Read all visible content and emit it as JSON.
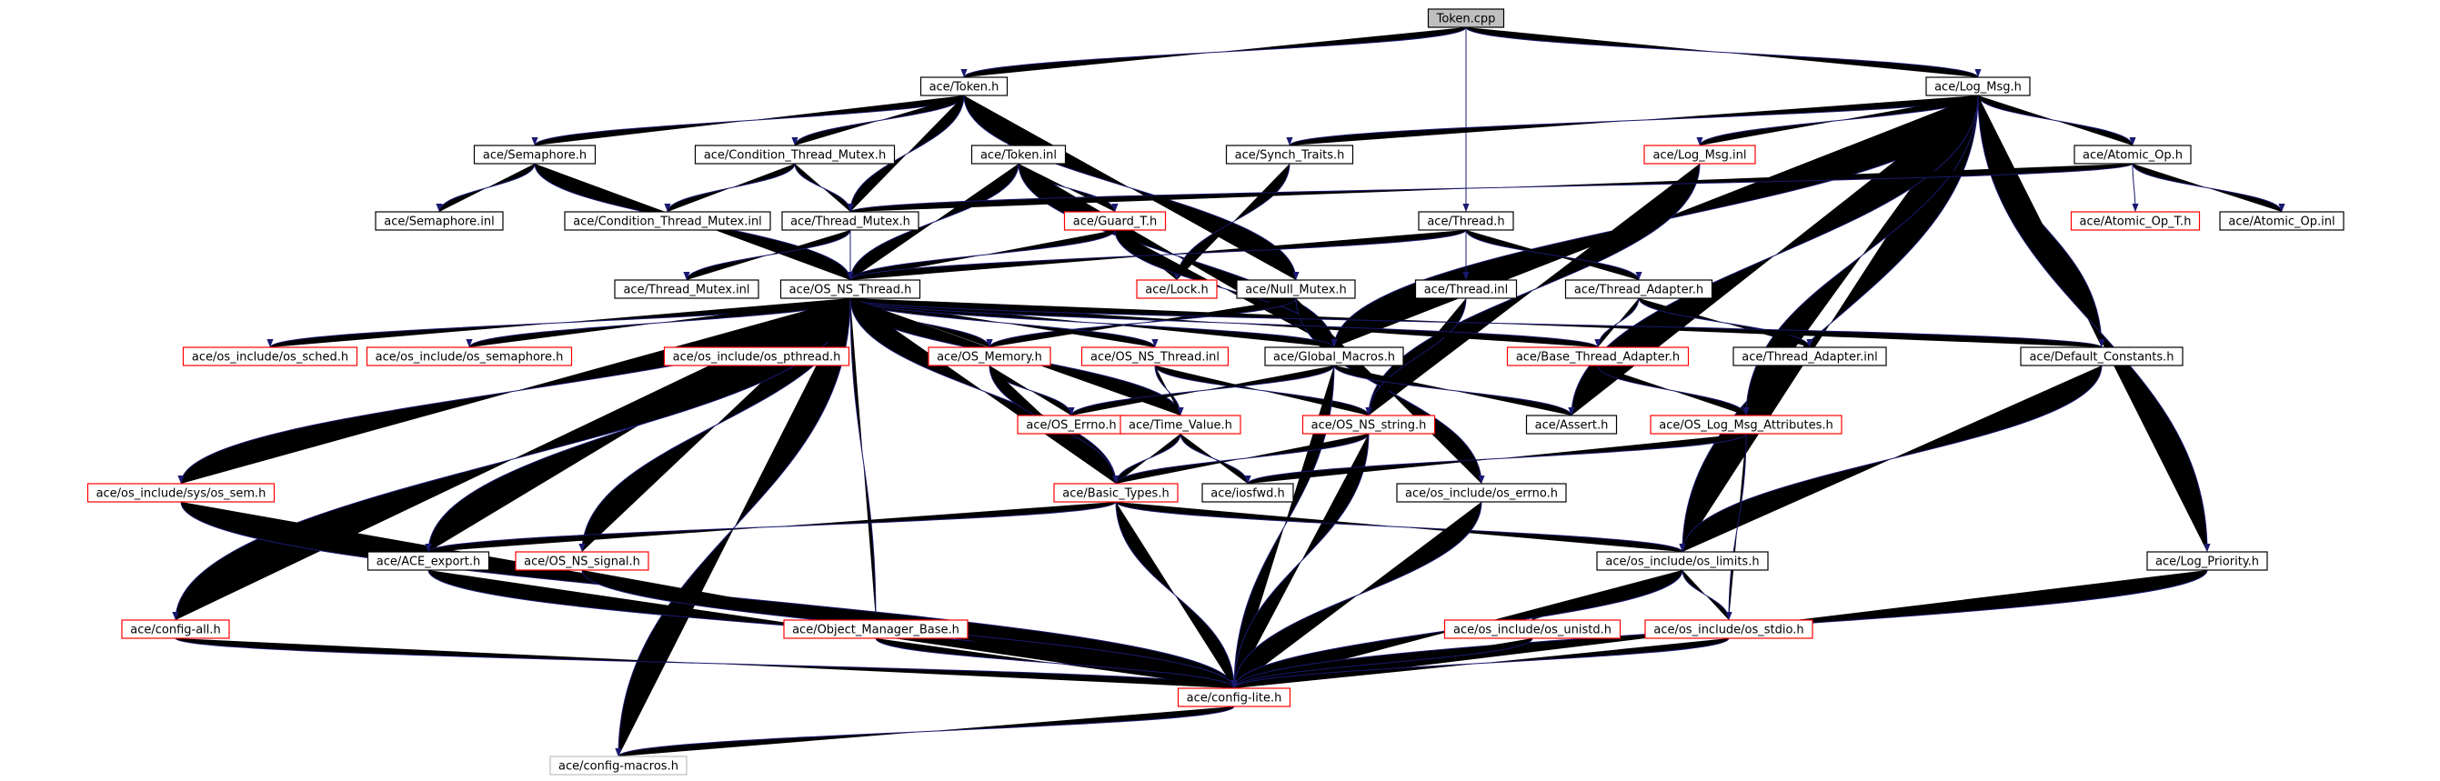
{
  "diagram": {
    "colors": {
      "edge": "#191970",
      "border_default": "#000000",
      "border_incomplete": "#ff0000",
      "border_external": "#bfbfbf",
      "fill_default": "#ffffff",
      "fill_root": "#bfbfbf"
    },
    "nodes": [
      {
        "id": "token_cpp",
        "label": "Token.cpp",
        "style": "root"
      },
      {
        "id": "token_h",
        "label": "ace/Token.h",
        "style": "default"
      },
      {
        "id": "log_msg_h",
        "label": "ace/Log_Msg.h",
        "style": "default"
      },
      {
        "id": "semaphore_h",
        "label": "ace/Semaphore.h",
        "style": "default"
      },
      {
        "id": "cond_mutex_h",
        "label": "ace/Condition_Thread_Mutex.h",
        "style": "default"
      },
      {
        "id": "token_inl",
        "label": "ace/Token.inl",
        "style": "default"
      },
      {
        "id": "synch_traits_h",
        "label": "ace/Synch_Traits.h",
        "style": "default"
      },
      {
        "id": "log_msg_inl",
        "label": "ace/Log_Msg.inl",
        "style": "incomplete"
      },
      {
        "id": "atomic_op_h",
        "label": "ace/Atomic_Op.h",
        "style": "default"
      },
      {
        "id": "semaphore_inl",
        "label": "ace/Semaphore.inl",
        "style": "default"
      },
      {
        "id": "cond_mutex_inl",
        "label": "ace/Condition_Thread_Mutex.inl",
        "style": "default"
      },
      {
        "id": "thread_mutex_h",
        "label": "ace/Thread_Mutex.h",
        "style": "default"
      },
      {
        "id": "guard_t_h",
        "label": "ace/Guard_T.h",
        "style": "incomplete"
      },
      {
        "id": "thread_h",
        "label": "ace/Thread.h",
        "style": "default"
      },
      {
        "id": "atomic_op_t_h",
        "label": "ace/Atomic_Op_T.h",
        "style": "incomplete"
      },
      {
        "id": "atomic_op_inl",
        "label": "ace/Atomic_Op.inl",
        "style": "default"
      },
      {
        "id": "thread_mutex_inl",
        "label": "ace/Thread_Mutex.inl",
        "style": "default"
      },
      {
        "id": "os_ns_thread_h",
        "label": "ace/OS_NS_Thread.h",
        "style": "default"
      },
      {
        "id": "lock_h",
        "label": "ace/Lock.h",
        "style": "incomplete"
      },
      {
        "id": "null_mutex_h",
        "label": "ace/Null_Mutex.h",
        "style": "default"
      },
      {
        "id": "thread_inl",
        "label": "ace/Thread.inl",
        "style": "default"
      },
      {
        "id": "thread_adapter_h",
        "label": "ace/Thread_Adapter.h",
        "style": "default"
      },
      {
        "id": "os_sched_h",
        "label": "ace/os_include/os_sched.h",
        "style": "incomplete"
      },
      {
        "id": "os_semaphore_h",
        "label": "ace/os_include/os_semaphore.h",
        "style": "incomplete"
      },
      {
        "id": "os_pthread_h",
        "label": "ace/os_include/os_pthread.h",
        "style": "incomplete"
      },
      {
        "id": "os_memory_h",
        "label": "ace/OS_Memory.h",
        "style": "incomplete"
      },
      {
        "id": "os_ns_thread_inl",
        "label": "ace/OS_NS_Thread.inl",
        "style": "incomplete"
      },
      {
        "id": "global_macros_h",
        "label": "ace/Global_Macros.h",
        "style": "default"
      },
      {
        "id": "base_thread_adapter_h",
        "label": "ace/Base_Thread_Adapter.h",
        "style": "incomplete"
      },
      {
        "id": "thread_adapter_inl",
        "label": "ace/Thread_Adapter.inl",
        "style": "default"
      },
      {
        "id": "default_constants_h",
        "label": "ace/Default_Constants.h",
        "style": "default"
      },
      {
        "id": "os_errno_h",
        "label": "ace/OS_Errno.h",
        "style": "incomplete"
      },
      {
        "id": "time_value_h",
        "label": "ace/Time_Value.h",
        "style": "incomplete"
      },
      {
        "id": "os_ns_string_h",
        "label": "ace/OS_NS_string.h",
        "style": "incomplete"
      },
      {
        "id": "assert_h",
        "label": "ace/Assert.h",
        "style": "default"
      },
      {
        "id": "os_log_msg_attr_h",
        "label": "ace/OS_Log_Msg_Attributes.h",
        "style": "incomplete"
      },
      {
        "id": "os_sys_sem_h",
        "label": "ace/os_include/sys/os_sem.h",
        "style": "incomplete"
      },
      {
        "id": "basic_types_h",
        "label": "ace/Basic_Types.h",
        "style": "incomplete"
      },
      {
        "id": "iosfwd_h",
        "label": "ace/iosfwd.h",
        "style": "default"
      },
      {
        "id": "os_errno_inc_h",
        "label": "ace/os_include/os_errno.h",
        "style": "default"
      },
      {
        "id": "ace_export_h",
        "label": "ace/ACE_export.h",
        "style": "default"
      },
      {
        "id": "os_ns_signal_h",
        "label": "ace/OS_NS_signal.h",
        "style": "incomplete"
      },
      {
        "id": "os_limits_h",
        "label": "ace/os_include/os_limits.h",
        "style": "default"
      },
      {
        "id": "log_priority_h",
        "label": "ace/Log_Priority.h",
        "style": "default"
      },
      {
        "id": "config_all_h",
        "label": "ace/config-all.h",
        "style": "incomplete"
      },
      {
        "id": "object_manager_base_h",
        "label": "ace/Object_Manager_Base.h",
        "style": "incomplete"
      },
      {
        "id": "os_unistd_h",
        "label": "ace/os_include/os_unistd.h",
        "style": "incomplete"
      },
      {
        "id": "os_stdio_h",
        "label": "ace/os_include/os_stdio.h",
        "style": "incomplete"
      },
      {
        "id": "config_lite_h",
        "label": "ace/config-lite.h",
        "style": "incomplete"
      },
      {
        "id": "config_macros_h",
        "label": "ace/config-macros.h",
        "style": "external"
      }
    ],
    "edges": [
      [
        "token_cpp",
        "token_h"
      ],
      [
        "token_cpp",
        "log_msg_h"
      ],
      [
        "token_cpp",
        "thread_h"
      ],
      [
        "token_h",
        "semaphore_h"
      ],
      [
        "token_h",
        "cond_mutex_h"
      ],
      [
        "token_h",
        "token_inl"
      ],
      [
        "token_h",
        "thread_mutex_h"
      ],
      [
        "token_h",
        "null_mutex_h"
      ],
      [
        "log_msg_h",
        "synch_traits_h"
      ],
      [
        "log_msg_h",
        "log_msg_inl"
      ],
      [
        "log_msg_h",
        "atomic_op_h"
      ],
      [
        "log_msg_h",
        "global_macros_h"
      ],
      [
        "log_msg_h",
        "default_constants_h"
      ],
      [
        "log_msg_h",
        "log_priority_h"
      ],
      [
        "log_msg_h",
        "os_limits_h"
      ],
      [
        "log_msg_h",
        "os_log_msg_attr_h"
      ],
      [
        "log_msg_h",
        "assert_h"
      ],
      [
        "semaphore_h",
        "semaphore_inl"
      ],
      [
        "semaphore_h",
        "os_ns_thread_h"
      ],
      [
        "cond_mutex_h",
        "cond_mutex_inl"
      ],
      [
        "cond_mutex_h",
        "thread_mutex_h"
      ],
      [
        "token_inl",
        "guard_t_h"
      ],
      [
        "token_inl",
        "global_macros_h"
      ],
      [
        "token_inl",
        "os_ns_thread_h"
      ],
      [
        "synch_traits_h",
        "lock_h"
      ],
      [
        "log_msg_inl",
        "os_ns_string_h"
      ],
      [
        "atomic_op_h",
        "atomic_op_t_h"
      ],
      [
        "atomic_op_h",
        "atomic_op_inl"
      ],
      [
        "atomic_op_h",
        "thread_mutex_h"
      ],
      [
        "thread_mutex_h",
        "thread_mutex_inl"
      ],
      [
        "thread_mutex_h",
        "os_ns_thread_h"
      ],
      [
        "guard_t_h",
        "lock_h"
      ],
      [
        "guard_t_h",
        "os_ns_thread_h"
      ],
      [
        "guard_t_h",
        "global_macros_h"
      ],
      [
        "thread_h",
        "thread_inl"
      ],
      [
        "thread_h",
        "thread_adapter_h"
      ],
      [
        "thread_h",
        "os_ns_thread_h"
      ],
      [
        "null_mutex_h",
        "global_macros_h"
      ],
      [
        "null_mutex_h",
        "os_memory_h"
      ],
      [
        "null_mutex_h",
        "os_errno_inc_h"
      ],
      [
        "thread_inl",
        "os_ns_string_h"
      ],
      [
        "thread_adapter_h",
        "base_thread_adapter_h"
      ],
      [
        "thread_adapter_h",
        "thread_adapter_inl"
      ],
      [
        "os_ns_thread_h",
        "os_sched_h"
      ],
      [
        "os_ns_thread_h",
        "os_semaphore_h"
      ],
      [
        "os_ns_thread_h",
        "os_pthread_h"
      ],
      [
        "os_ns_thread_h",
        "os_memory_h"
      ],
      [
        "os_ns_thread_h",
        "os_ns_thread_inl"
      ],
      [
        "os_ns_thread_h",
        "global_macros_h"
      ],
      [
        "os_ns_thread_h",
        "base_thread_adapter_h"
      ],
      [
        "os_ns_thread_h",
        "default_constants_h"
      ],
      [
        "os_ns_thread_h",
        "time_value_h"
      ],
      [
        "os_ns_thread_h",
        "basic_types_h"
      ],
      [
        "os_ns_thread_h",
        "os_sys_sem_h"
      ],
      [
        "os_ns_thread_h",
        "ace_export_h"
      ],
      [
        "os_ns_thread_h",
        "os_ns_signal_h"
      ],
      [
        "os_ns_thread_h",
        "config_all_h"
      ],
      [
        "os_ns_thread_h",
        "object_manager_base_h"
      ],
      [
        "os_ns_thread_h",
        "config_macros_h"
      ],
      [
        "os_memory_h",
        "os_errno_h"
      ],
      [
        "os_memory_h",
        "basic_types_h"
      ],
      [
        "os_ns_thread_inl",
        "time_value_h"
      ],
      [
        "os_ns_thread_inl",
        "os_ns_string_h"
      ],
      [
        "global_macros_h",
        "os_errno_h"
      ],
      [
        "global_macros_h",
        "assert_h"
      ],
      [
        "global_macros_h",
        "config_lite_h"
      ],
      [
        "base_thread_adapter_h",
        "os_log_msg_attr_h"
      ],
      [
        "default_constants_h",
        "os_limits_h"
      ],
      [
        "time_value_h",
        "basic_types_h"
      ],
      [
        "time_value_h",
        "iosfwd_h"
      ],
      [
        "os_ns_string_h",
        "basic_types_h"
      ],
      [
        "os_ns_string_h",
        "config_lite_h"
      ],
      [
        "os_log_msg_attr_h",
        "iosfwd_h"
      ],
      [
        "os_log_msg_attr_h",
        "os_stdio_h"
      ],
      [
        "os_sys_sem_h",
        "config_lite_h"
      ],
      [
        "basic_types_h",
        "ace_export_h"
      ],
      [
        "basic_types_h",
        "os_limits_h"
      ],
      [
        "basic_types_h",
        "config_lite_h"
      ],
      [
        "os_errno_inc_h",
        "config_lite_h"
      ],
      [
        "ace_export_h",
        "config_lite_h"
      ],
      [
        "os_ns_signal_h",
        "config_lite_h"
      ],
      [
        "os_limits_h",
        "os_unistd_h"
      ],
      [
        "os_limits_h",
        "os_stdio_h"
      ],
      [
        "os_limits_h",
        "config_lite_h"
      ],
      [
        "log_priority_h",
        "config_lite_h"
      ],
      [
        "config_all_h",
        "config_lite_h"
      ],
      [
        "object_manager_base_h",
        "config_lite_h"
      ],
      [
        "os_unistd_h",
        "config_lite_h"
      ],
      [
        "os_stdio_h",
        "config_lite_h"
      ],
      [
        "config_lite_h",
        "config_macros_h"
      ]
    ]
  }
}
